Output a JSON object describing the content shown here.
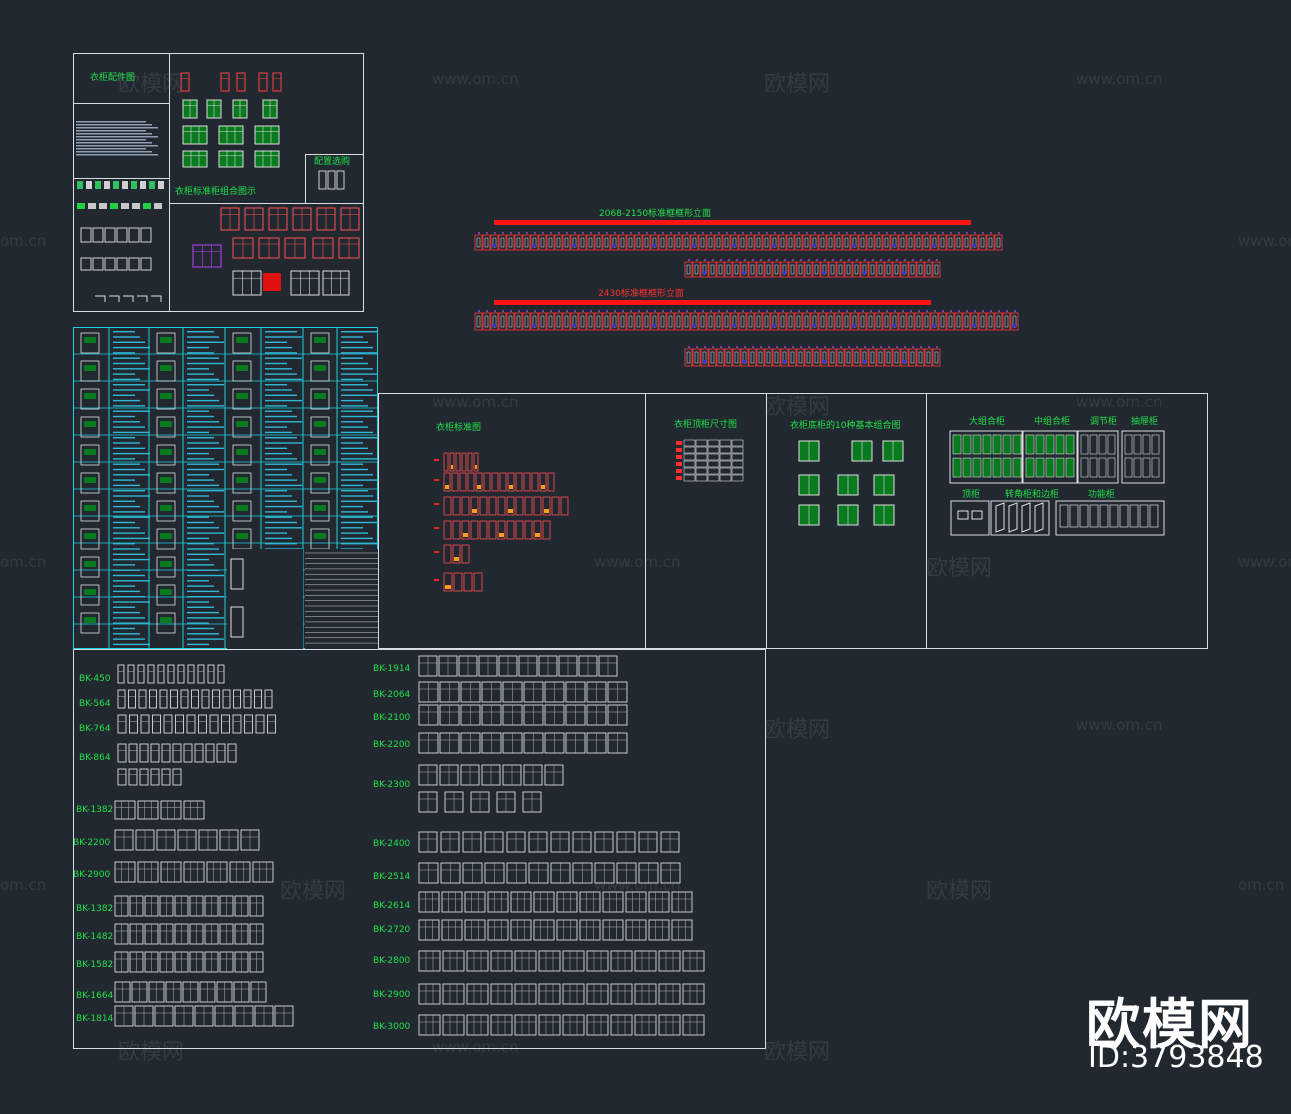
{
  "watermarks": {
    "big": "欧模网",
    "url": "www.om.cn",
    "url_partial": "om.cn"
  },
  "logo": {
    "title": "欧模网",
    "id": "ID:3793848"
  },
  "panel_a": {
    "title_accessories": "衣柜配件图",
    "title_combination": "衣柜标准柜组合图示",
    "title_config": "配置选购"
  },
  "elevations": {
    "title_2068": "2068-2150标准框框形立面",
    "title_2430": "2430标准框框形立面"
  },
  "panel_mid": {
    "title_standard": "衣柜标准图",
    "title_top": "衣柜顶柜尺寸图",
    "title_base": "衣柜底柜的10种基本组合图",
    "title_large": "大组合柜",
    "title_medium": "中组合柜",
    "title_adjust": "调节柜",
    "title_drawer": "抽屉柜",
    "title_topcab": "顶柜",
    "title_corner": "转角柜和边柜",
    "title_func": "功能柜"
  },
  "bk_left": [
    "BK-450",
    "BK-564",
    "BK-764",
    "BK-864",
    "BK-1382",
    "BK-2200",
    "BK-2900",
    "BK-1382",
    "BK-1482",
    "BK-1582",
    "BK-1664",
    "BK-1814"
  ],
  "bk_right": [
    "BK-1914",
    "BK-2064",
    "BK-2100",
    "BK-2200",
    "BK-2300",
    "BK-2400",
    "BK-2514",
    "BK-2614",
    "BK-2720",
    "BK-2800",
    "BK-2900",
    "BK-3000"
  ]
}
